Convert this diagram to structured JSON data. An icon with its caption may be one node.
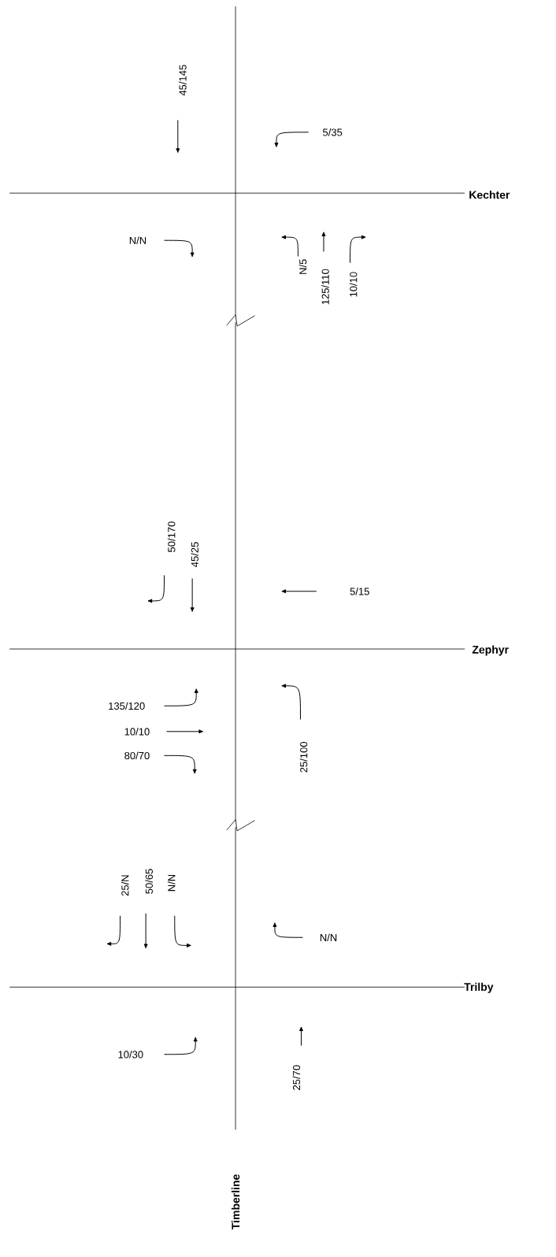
{
  "diagram": {
    "labels": [
      "45/145",
      "5/35",
      "Kechter",
      "N/N",
      "N/5",
      "125/110",
      "10/10",
      "50/170",
      "45/25",
      "5/15",
      "Zephyr",
      "135/120",
      "10/10",
      "80/70",
      "25/100",
      "25/N",
      "50/65",
      "N/N",
      "N/N",
      "Trilby",
      "10/30",
      "25/70",
      "Timberline"
    ]
  }
}
